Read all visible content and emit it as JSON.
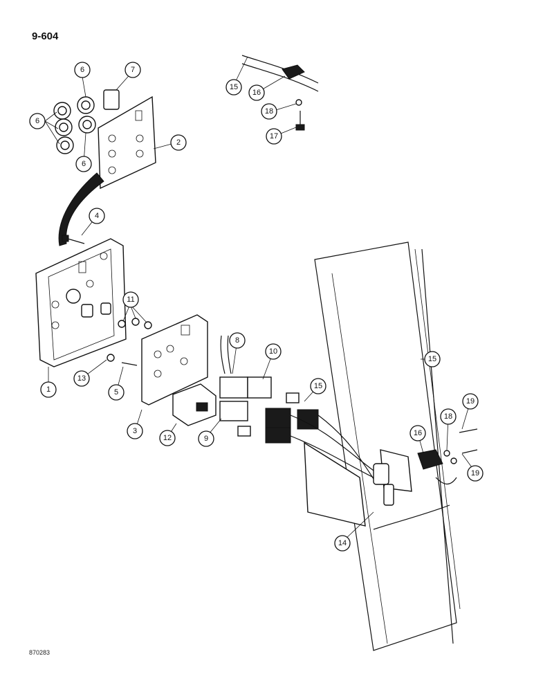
{
  "page": {
    "number": "9-604",
    "figure_code": "870283"
  },
  "callouts": [
    "1",
    "2",
    "3",
    "4",
    "5",
    "6",
    "7",
    "8",
    "9",
    "10",
    "11",
    "12",
    "13",
    "14",
    "15",
    "16",
    "17",
    "18",
    "19"
  ]
}
